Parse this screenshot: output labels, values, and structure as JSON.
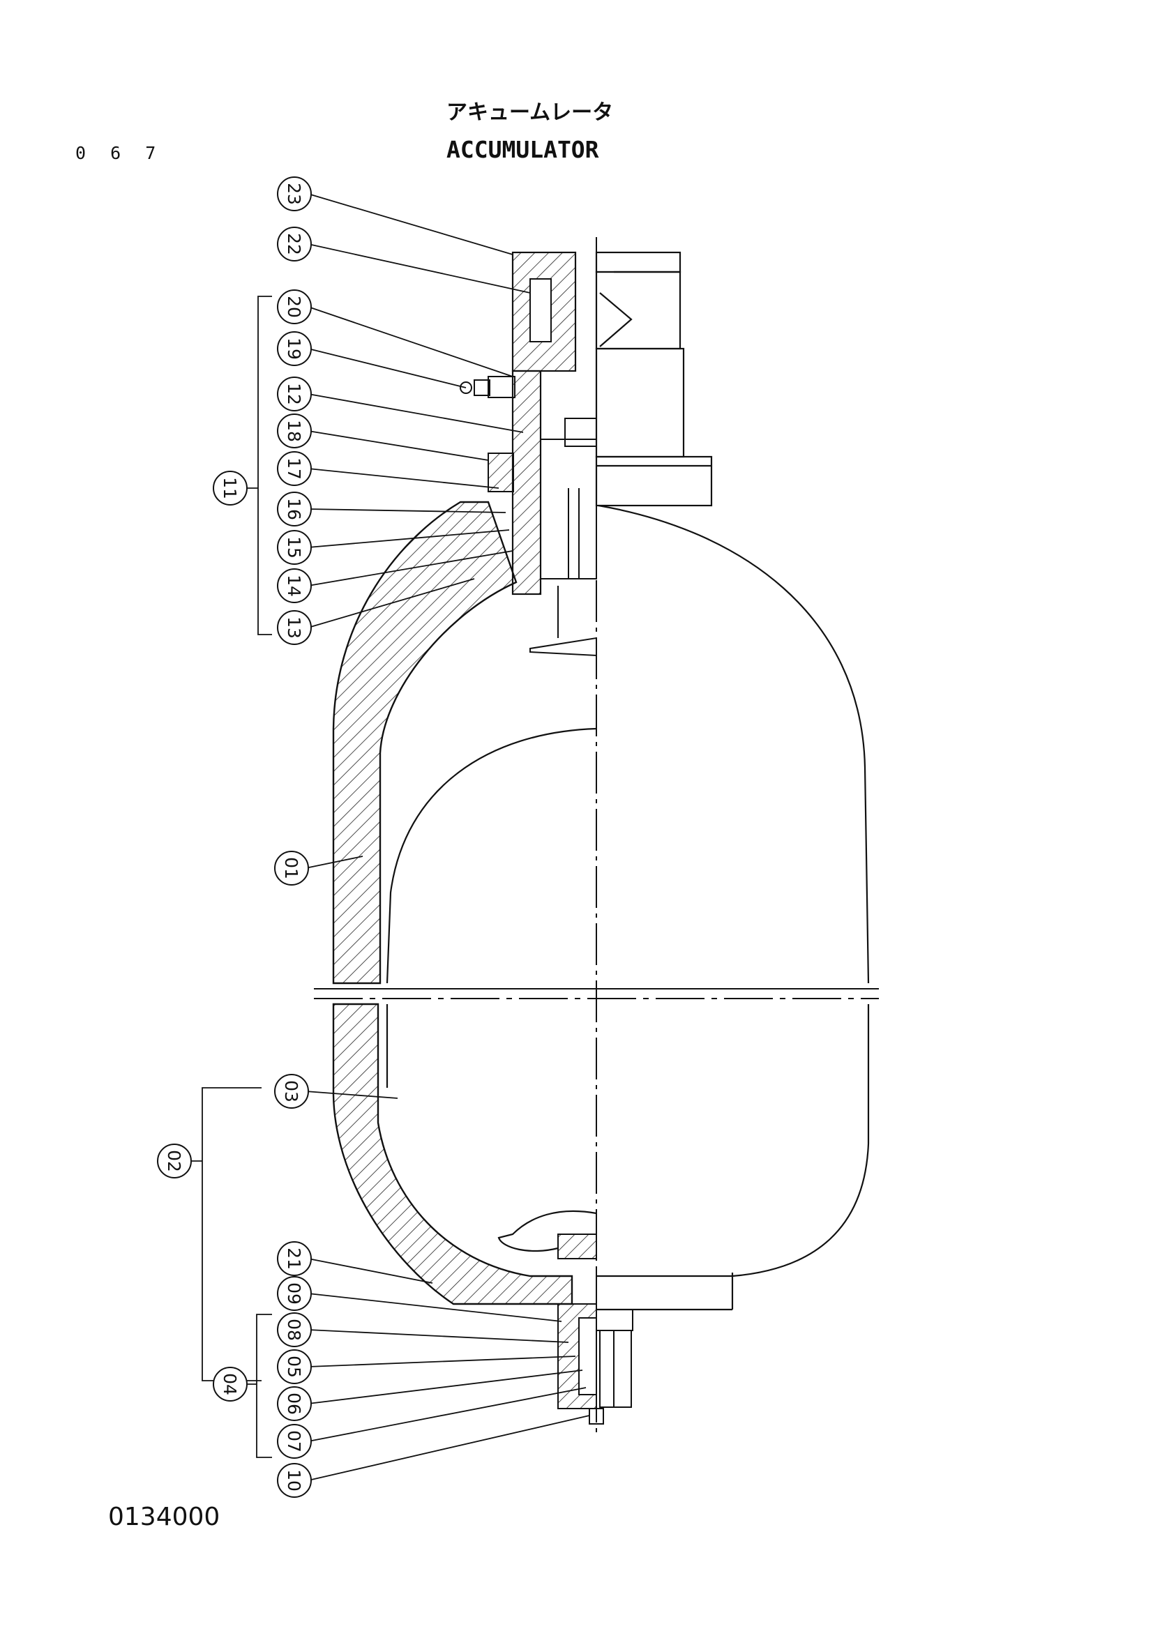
{
  "header": {
    "page_number": "0 6 7",
    "title_jp": "アキュームレータ",
    "title_en": "ACCUMULATOR"
  },
  "footer": {
    "drawing_code": "0134000"
  },
  "callouts": [
    {
      "label": "23"
    },
    {
      "label": "22"
    },
    {
      "label": "20"
    },
    {
      "label": "19"
    },
    {
      "label": "12"
    },
    {
      "label": "18"
    },
    {
      "label": "17"
    },
    {
      "label": "16"
    },
    {
      "label": "15"
    },
    {
      "label": "14"
    },
    {
      "label": "13"
    },
    {
      "label": "11"
    },
    {
      "label": "01"
    },
    {
      "label": "03"
    },
    {
      "label": "02"
    },
    {
      "label": "21"
    },
    {
      "label": "09"
    },
    {
      "label": "08"
    },
    {
      "label": "05"
    },
    {
      "label": "06"
    },
    {
      "label": "07"
    },
    {
      "label": "10"
    },
    {
      "label": "04"
    }
  ]
}
